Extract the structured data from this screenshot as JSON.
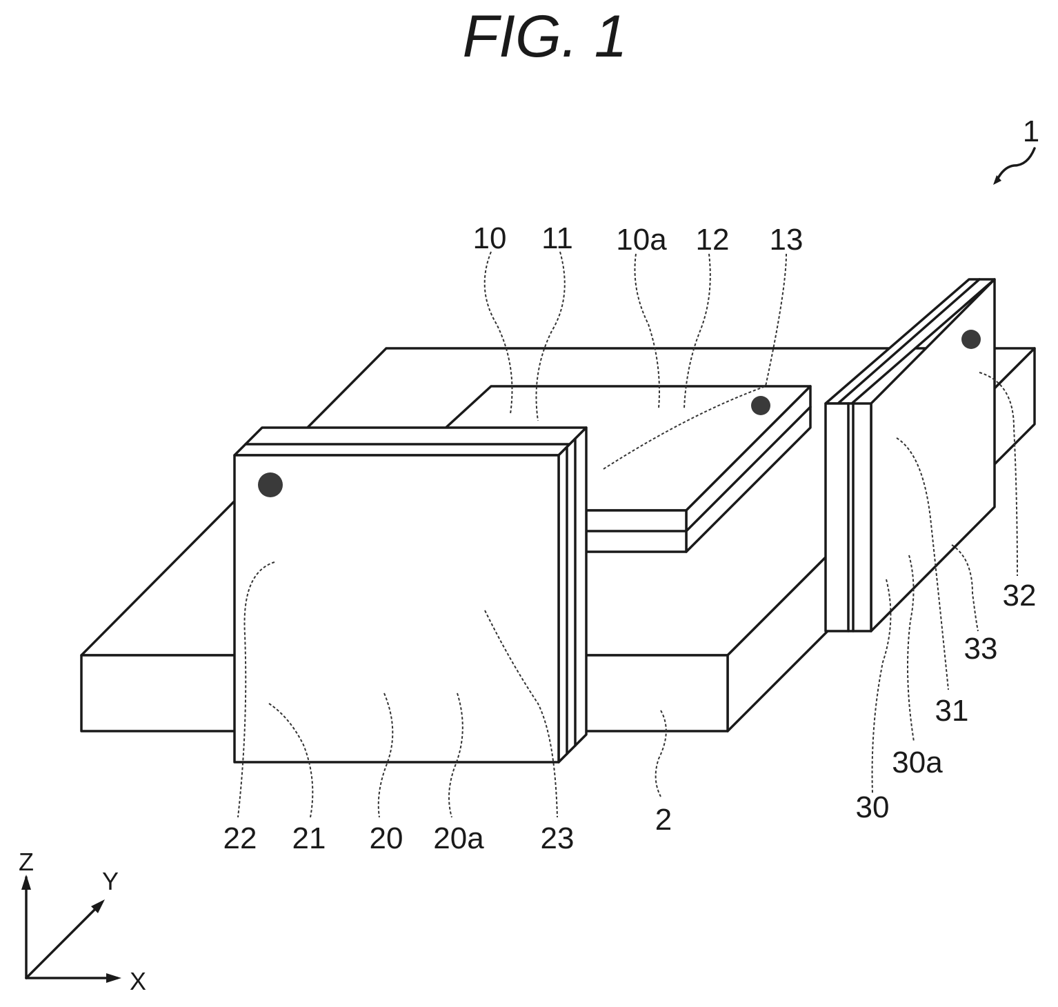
{
  "figure": {
    "title": "FIG. 1",
    "device_label": "1",
    "axes": {
      "z": "Z",
      "y": "Y",
      "x": "X"
    },
    "labels": {
      "l10": "10",
      "l11": "11",
      "l10a": "10a",
      "l12": "12",
      "l13": "13",
      "l22": "22",
      "l21": "21",
      "l20": "20",
      "l20a": "20a",
      "l23": "23",
      "l2": "2",
      "l32": "32",
      "l33": "33",
      "l31": "31",
      "l30a": "30a",
      "l30": "30"
    }
  }
}
